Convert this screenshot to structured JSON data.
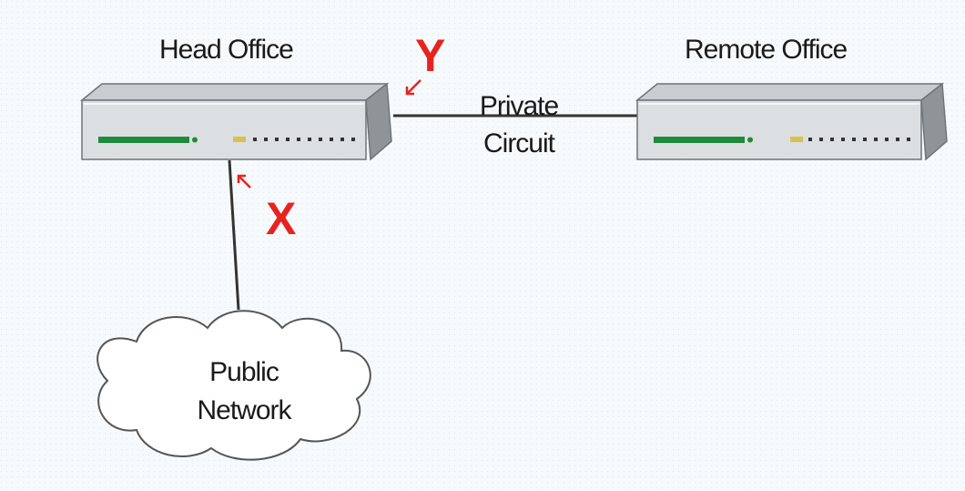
{
  "head_office": {
    "label": "Head Office"
  },
  "remote_office": {
    "label": "Remote Office"
  },
  "private_circuit": {
    "label_line1": "Private",
    "label_line2": "Circuit"
  },
  "public_network": {
    "label_line1": "Public",
    "label_line2": "Network"
  },
  "markers": {
    "x": "X",
    "y": "Y"
  },
  "colors": {
    "marker": "#e8231f",
    "router_body": "#d7dbde",
    "router_top": "#c8ccd0",
    "router_side": "#8d9296",
    "led_bar": "#1f8a3b",
    "status_led": "#d9c24a",
    "line": "#333333",
    "cloud_fill": "#ffffff",
    "background": "#f7fafc"
  },
  "icons": {
    "router": "router-icon",
    "cloud": "cloud-icon",
    "arrow": "arrow-icon"
  }
}
